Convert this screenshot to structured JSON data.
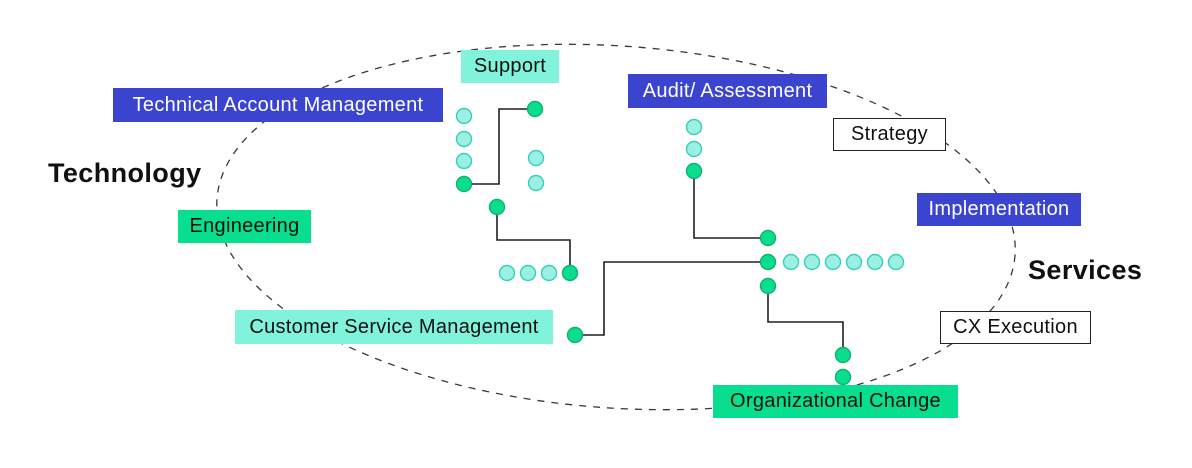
{
  "diagram": {
    "left_region_label": "Technology",
    "right_region_label": "Services",
    "labels": {
      "support": "Support",
      "technical_account_management": "Technical Account Management",
      "audit_assessment": "Audit/ Assessment",
      "strategy": "Strategy",
      "implementation": "Implementation",
      "engineering": "Engineering",
      "customer_service_management": "Customer Service Management",
      "cx_execution": "CX Execution",
      "organizational_change": "Organizational Change"
    },
    "colors": {
      "blue": "#3b44cf",
      "green": "#07df8e",
      "aqua": "#80f3da",
      "box_border": "#222222",
      "text_dark": "#101010",
      "text_light": "#ffffff",
      "dot_teal": "#9bf0e3",
      "dot_teal_stroke": "#35d0ba",
      "dot_green": "#0ade8c",
      "dot_green_stroke": "#0bb273",
      "line": "#1f1f1f",
      "ellipse_stroke": "#3a3a3a"
    }
  }
}
